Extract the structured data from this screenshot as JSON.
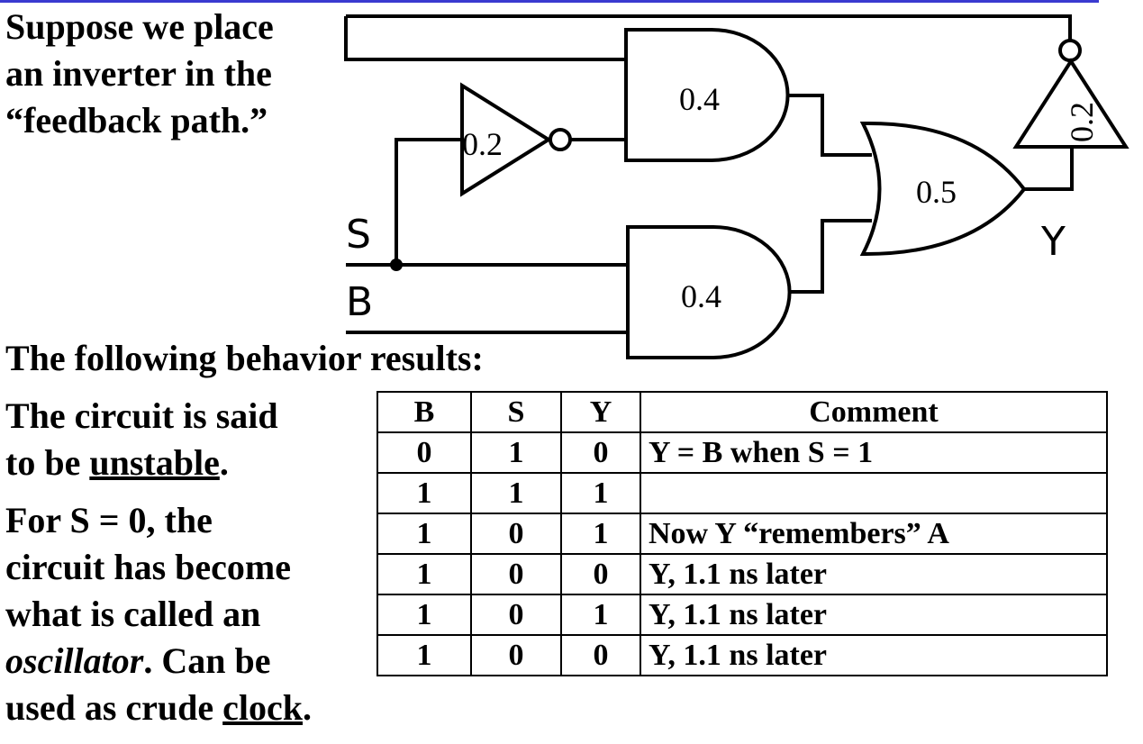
{
  "intro_lines": [
    "Suppose we place",
    "an inverter in the",
    "“feedback path.”"
  ],
  "behavior_heading": "The following behavior results:",
  "left_text": {
    "unstable_pre": "The circuit is said",
    "unstable_line2_pre": "to be ",
    "unstable_word": "unstable",
    "unstable_post": ".",
    "for_line1": "For S = 0, the",
    "for_line2": "circuit has become",
    "for_line3": "what is called an",
    "osc_word": "oscillator",
    "osc_post": ". Can be",
    "clock_pre": "used as crude ",
    "clock_word": "clock",
    "clock_post": "."
  },
  "circuit": {
    "not_gate_delay": "0.2",
    "and_top_delay": "0.4",
    "and_bottom_delay": "0.4",
    "or_gate_delay": "0.5",
    "feedback_inverter_delay": "0.2",
    "input_s": "S",
    "input_b": "B",
    "output_y": "Y"
  },
  "table": {
    "headers": [
      "B",
      "S",
      "Y",
      "Comment"
    ],
    "rows": [
      [
        "0",
        "1",
        "0",
        "Y = B when S = 1"
      ],
      [
        "1",
        "1",
        "1",
        ""
      ],
      [
        "1",
        "0",
        "1",
        "Now Y “remembers” A"
      ],
      [
        "1",
        "0",
        "0",
        "Y, 1.1 ns later"
      ],
      [
        "1",
        "0",
        "1",
        "Y, 1.1 ns later"
      ],
      [
        "1",
        "0",
        "0",
        "Y, 1.1 ns later"
      ]
    ]
  },
  "colors": {
    "top_bar": "#3a3ad0",
    "ink": "#000000"
  }
}
